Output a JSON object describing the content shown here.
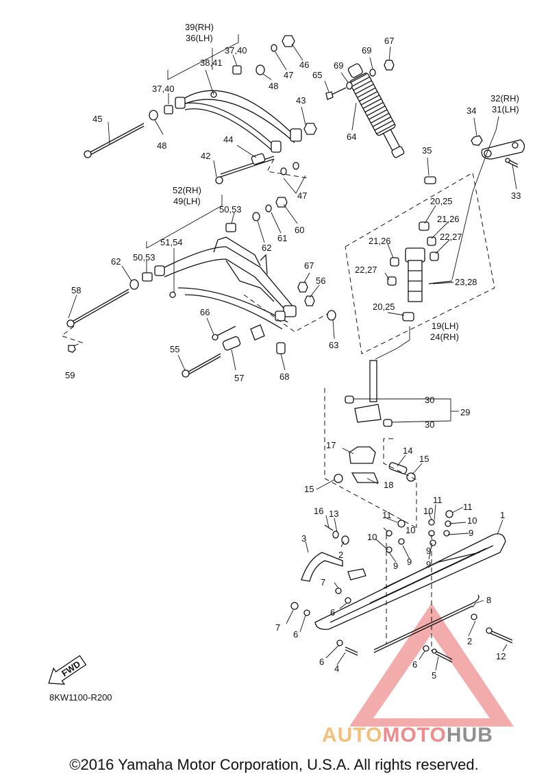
{
  "diagram": {
    "code": "8KW1100-R200",
    "fwd_label": "FWD",
    "labels": [
      {
        "id": "39rh",
        "text": "39(RH)"
      },
      {
        "id": "36lh",
        "text": "36(LH)"
      },
      {
        "id": "3740a",
        "text": "37,40"
      },
      {
        "id": "3841",
        "text": "38,41"
      },
      {
        "id": "3740b",
        "text": "37,40"
      },
      {
        "id": "46",
        "text": "46"
      },
      {
        "id": "47a",
        "text": "47"
      },
      {
        "id": "48a",
        "text": "48"
      },
      {
        "id": "65",
        "text": "65"
      },
      {
        "id": "69a",
        "text": "69"
      },
      {
        "id": "69b",
        "text": "69"
      },
      {
        "id": "67a",
        "text": "67"
      },
      {
        "id": "45",
        "text": "45"
      },
      {
        "id": "48b",
        "text": "48"
      },
      {
        "id": "43",
        "text": "43"
      },
      {
        "id": "64",
        "text": "64"
      },
      {
        "id": "34",
        "text": "34"
      },
      {
        "id": "32rh",
        "text": "32(RH)"
      },
      {
        "id": "31lh",
        "text": "31(LH)"
      },
      {
        "id": "44",
        "text": "44"
      },
      {
        "id": "42",
        "text": "42"
      },
      {
        "id": "47b",
        "text": "47"
      },
      {
        "id": "35",
        "text": "35"
      },
      {
        "id": "33",
        "text": "33"
      },
      {
        "id": "52rh",
        "text": "52(RH)"
      },
      {
        "id": "49lh",
        "text": "49(LH)"
      },
      {
        "id": "5053a",
        "text": "50,53"
      },
      {
        "id": "60",
        "text": "60"
      },
      {
        "id": "61",
        "text": "61"
      },
      {
        "id": "62a",
        "text": "62"
      },
      {
        "id": "2025a",
        "text": "20,25"
      },
      {
        "id": "2126a",
        "text": "21,26"
      },
      {
        "id": "5154",
        "text": "51,54"
      },
      {
        "id": "2126b",
        "text": "21,26"
      },
      {
        "id": "2227a",
        "text": "22,27"
      },
      {
        "id": "62b",
        "text": "62"
      },
      {
        "id": "5053b",
        "text": "50,53"
      },
      {
        "id": "67b",
        "text": "67"
      },
      {
        "id": "2227b",
        "text": "22,27"
      },
      {
        "id": "56",
        "text": "56"
      },
      {
        "id": "2328",
        "text": "23,28"
      },
      {
        "id": "58",
        "text": "58"
      },
      {
        "id": "2025b",
        "text": "20,25"
      },
      {
        "id": "66",
        "text": "66"
      },
      {
        "id": "19lh",
        "text": "19(LH)"
      },
      {
        "id": "24rh",
        "text": "24(RH)"
      },
      {
        "id": "63",
        "text": "63"
      },
      {
        "id": "59",
        "text": "59"
      },
      {
        "id": "55",
        "text": "55"
      },
      {
        "id": "57",
        "text": "57"
      },
      {
        "id": "68",
        "text": "68"
      },
      {
        "id": "30a",
        "text": "30"
      },
      {
        "id": "29",
        "text": "29"
      },
      {
        "id": "30b",
        "text": "30"
      },
      {
        "id": "17",
        "text": "17"
      },
      {
        "id": "14",
        "text": "14"
      },
      {
        "id": "15a",
        "text": "15"
      },
      {
        "id": "18",
        "text": "18"
      },
      {
        "id": "15b",
        "text": "15"
      },
      {
        "id": "16",
        "text": "16"
      },
      {
        "id": "13",
        "text": "13"
      },
      {
        "id": "11a",
        "text": "11"
      },
      {
        "id": "10a",
        "text": "10"
      },
      {
        "id": "11b",
        "text": "11"
      },
      {
        "id": "11c",
        "text": "11"
      },
      {
        "id": "10b",
        "text": "10"
      },
      {
        "id": "10c",
        "text": "10"
      },
      {
        "id": "1",
        "text": "1"
      },
      {
        "id": "3",
        "text": "3"
      },
      {
        "id": "2a",
        "text": "2"
      },
      {
        "id": "10d",
        "text": "10"
      },
      {
        "id": "9a",
        "text": "9"
      },
      {
        "id": "9b",
        "text": "9"
      },
      {
        "id": "9c",
        "text": "9"
      },
      {
        "id": "9d",
        "text": "9"
      },
      {
        "id": "9e",
        "text": "9"
      },
      {
        "id": "7a",
        "text": "7"
      },
      {
        "id": "6a",
        "text": "6"
      },
      {
        "id": "8",
        "text": "8"
      },
      {
        "id": "7b",
        "text": "7"
      },
      {
        "id": "6b",
        "text": "6"
      },
      {
        "id": "2b",
        "text": "2"
      },
      {
        "id": "12",
        "text": "12"
      },
      {
        "id": "6c",
        "text": "6"
      },
      {
        "id": "4",
        "text": "4"
      },
      {
        "id": "6d",
        "text": "6"
      },
      {
        "id": "5",
        "text": "5"
      }
    ]
  },
  "watermark": {
    "part1": "AUTO",
    "part2": "MOTO",
    "part3": "HUB"
  },
  "copyright": "©2016 Yamaha Motor Corporation, U.S.A. All rights reserved."
}
